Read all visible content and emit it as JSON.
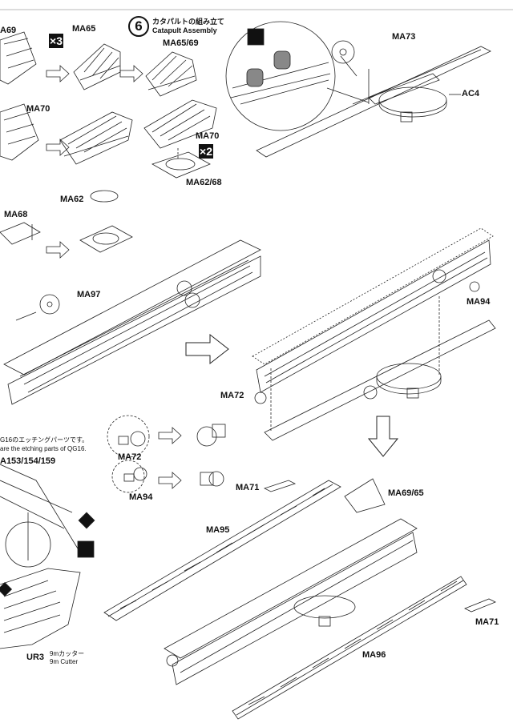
{
  "step": {
    "number": "6",
    "title_ja": "カタパルトの組み立て",
    "title_en": "Catapult Assembly"
  },
  "multipliers": {
    "x3": "×3",
    "x2": "×2"
  },
  "parts": {
    "ma69_cut": "A69",
    "ma65": "MA65",
    "ma65_69": "MA65/69",
    "ma70_left": "MA70",
    "ma70_right": "MA70",
    "ma62_68": "MA62/68",
    "ma73": "MA73",
    "ac4": "AC4",
    "ma62": "MA62",
    "ma68": "MA68",
    "ma97": "MA97",
    "ma94_right": "MA94",
    "ma72_mid": "MA72",
    "ma72_left": "MA72",
    "ma94_left": "MA94",
    "ma71_top": "MA71",
    "ma69_65": "MA69/65",
    "ma95": "MA95",
    "ma71_right": "MA71",
    "ma96": "MA96",
    "ur3": "UR3",
    "ma153": "A153/154/159"
  },
  "notes": {
    "etching_ja": "G16のエッチングパーツです。",
    "etching_en": "are the etching parts of QG16."
  },
  "cutter": {
    "ja": "9mカッター",
    "en": "9m Cutter"
  }
}
